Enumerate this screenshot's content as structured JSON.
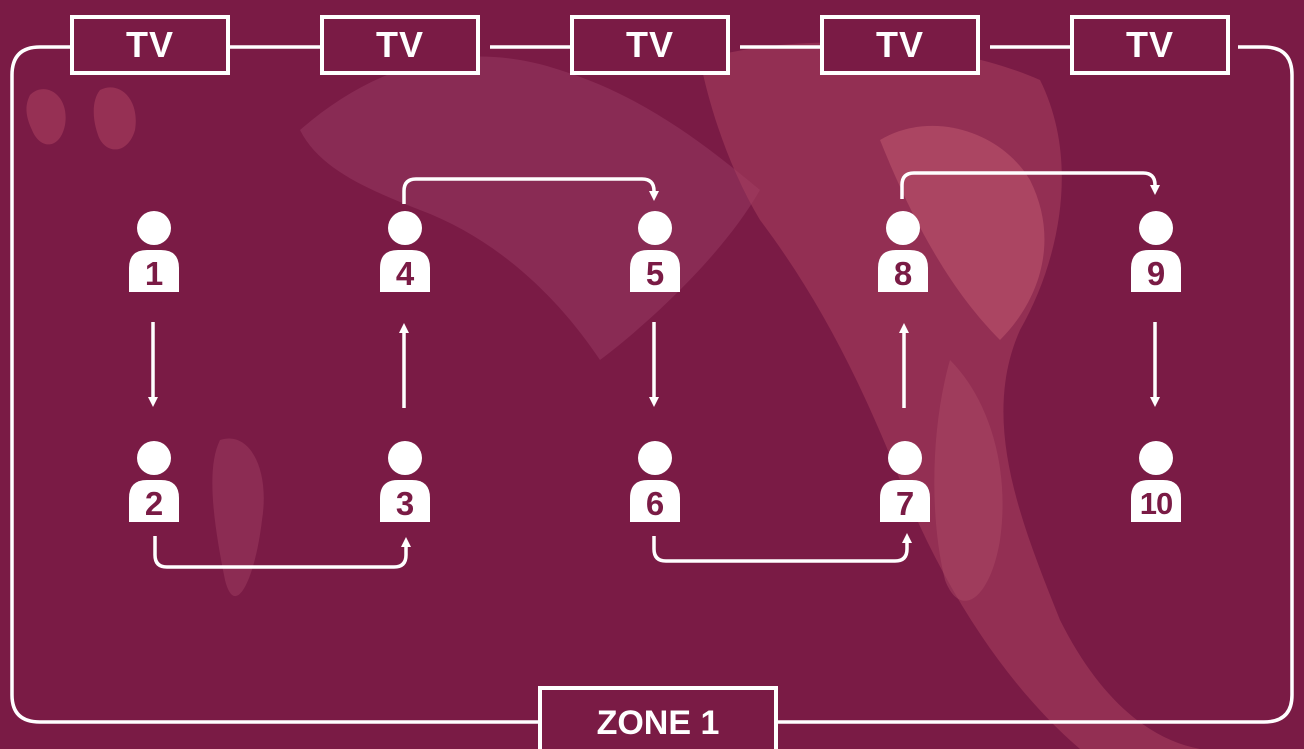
{
  "colors": {
    "background": "#7a1b45",
    "foreground": "#ffffff",
    "number_text": "#7a1b45"
  },
  "tv_labels": [
    "TV",
    "TV",
    "TV",
    "TV",
    "TV"
  ],
  "zone_label": "ZONE 1",
  "people": [
    {
      "number": "1",
      "icon": "person-icon"
    },
    {
      "number": "2",
      "icon": "person-icon"
    },
    {
      "number": "3",
      "icon": "person-icon"
    },
    {
      "number": "4",
      "icon": "person-icon"
    },
    {
      "number": "5",
      "icon": "person-icon"
    },
    {
      "number": "6",
      "icon": "person-icon"
    },
    {
      "number": "7",
      "icon": "person-icon"
    },
    {
      "number": "8",
      "icon": "person-icon"
    },
    {
      "number": "9",
      "icon": "person-icon"
    },
    {
      "number": "10",
      "icon": "person-icon"
    }
  ],
  "flow": [
    {
      "from": "1",
      "to": "2"
    },
    {
      "from": "2",
      "to": "3"
    },
    {
      "from": "3",
      "to": "4"
    },
    {
      "from": "4",
      "to": "5"
    },
    {
      "from": "5",
      "to": "6"
    },
    {
      "from": "6",
      "to": "7"
    },
    {
      "from": "7",
      "to": "8"
    },
    {
      "from": "8",
      "to": "9"
    },
    {
      "from": "9",
      "to": "10"
    }
  ]
}
